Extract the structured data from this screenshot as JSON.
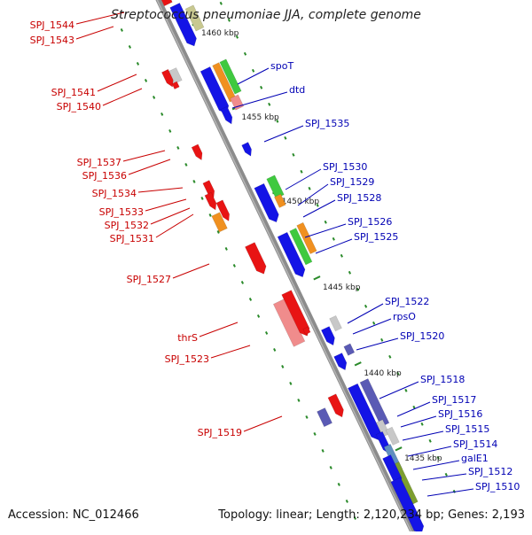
{
  "title": "Streptococcus pneumoniae JJA, complete genome",
  "footer": {
    "accession": "Accession: NC_012466",
    "summary": "Topology: linear; Length: 2,120,234 bp; Genes: 2,193"
  },
  "colors": {
    "forward": "#1414e6",
    "reverse": "#e81414",
    "backbone": "#8c8c8c",
    "tick": "#2a8a2a",
    "label_forward": "#0000b4",
    "label_reverse": "#c80000",
    "green": "#3fc93f",
    "orange": "#f09020",
    "pink": "#f08c8c",
    "olive": "#7d9e2f",
    "gray": "#c8c8c8",
    "purple": "#5a5ab4",
    "khaki": "#c8c890",
    "steel": "#5f8fc0"
  },
  "positions_kbp": [
    "1460 kbp",
    "1455 kbp",
    "1450 kbp",
    "1445 kbp",
    "1440 kbp",
    "1435 kbp"
  ],
  "labels_forward": [
    "spoT",
    "dtd",
    "SPJ_1535",
    "SPJ_1530",
    "SPJ_1529",
    "SPJ_1528",
    "SPJ_1526",
    "SPJ_1525",
    "SPJ_1522",
    "rpsO",
    "SPJ_1520",
    "SPJ_1518",
    "SPJ_1517",
    "SPJ_1516",
    "SPJ_1515",
    "SPJ_1514",
    "galE1",
    "SPJ_1512",
    "SPJ_1510"
  ],
  "labels_reverse": [
    "SPJ_1544",
    "SPJ_1543",
    "SPJ_1541",
    "SPJ_1540",
    "SPJ_1537",
    "SPJ_1536",
    "SPJ_1534",
    "SPJ_1533",
    "SPJ_1532",
    "SPJ_1531",
    "SPJ_1527",
    "thrS",
    "SPJ_1523",
    "SPJ_1519"
  ]
}
